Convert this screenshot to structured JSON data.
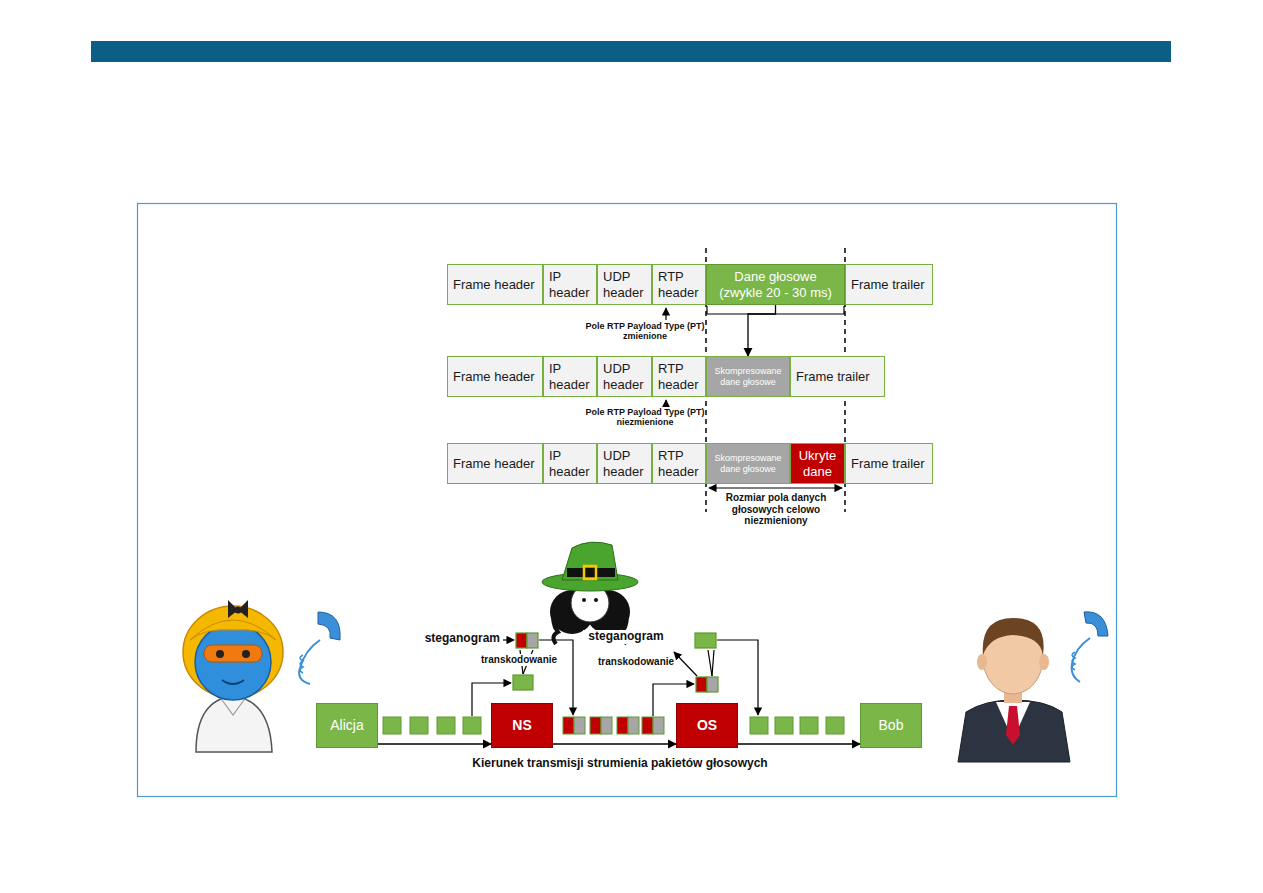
{
  "diagram": {
    "nodes": [
      {
        "text": [
          "Frame header"
        ]
      },
      {
        "text": [
          "IP header"
        ]
      },
      {
        "text": [
          "UDP header"
        ]
      },
      {
        "text": [
          "RTP header"
        ]
      },
      {
        "text": [
          "Dane głosowe (zwykle 20 - 30 ms)"
        ]
      },
      {
        "text": [
          "Frame trailer"
        ]
      },
      {
        "text": [
          "Frame header"
        ]
      },
      {
        "text": [
          "IP header"
        ]
      },
      {
        "text": [
          "UDP header"
        ]
      },
      {
        "text": [
          "RTP header"
        ]
      },
      {
        "text": [
          "Skompresowane dane głosowe"
        ]
      },
      {
        "text": [
          "Frame trailer"
        ]
      },
      {
        "text": [
          "Frame header"
        ]
      },
      {
        "text": [
          "IP header"
        ]
      },
      {
        "text": [
          "UDP header"
        ]
      },
      {
        "text": [
          "RTP header"
        ]
      },
      {
        "text": [
          "Skompresowane dane głosowe"
        ]
      },
      {
        "text": [
          "Ukryte dane"
        ]
      },
      {
        "text": [
          "Frame trailer"
        ]
      },
      {
        "text": [
          "Alicja"
        ]
      },
      {
        "text": [
          "NS"
        ]
      },
      {
        "text": [
          "OS"
        ]
      },
      {
        "text": [
          "Bob"
        ]
      }
    ],
    "edges": [
      {
        "from": 4,
        "to": 10,
        "arrow": "to"
      },
      {
        "from": 19,
        "to": 20,
        "arrow": "to"
      },
      {
        "from": 20,
        "to": 21,
        "arrow": "to"
      },
      {
        "from": 21,
        "to": 22,
        "arrow": "to"
      }
    ],
    "labels": [
      "Pole RTP Payload Type (PT) zmienione",
      "Pole RTP Payload Type (PT) niezmienione",
      "Rozmiar pola danych głosowych celowo niezmieniony",
      "steganogram",
      "transkodowanie",
      "steganogram",
      "transkodowanie",
      "Kierunek transmisji strumienia pakietów głosowych"
    ]
  }
}
